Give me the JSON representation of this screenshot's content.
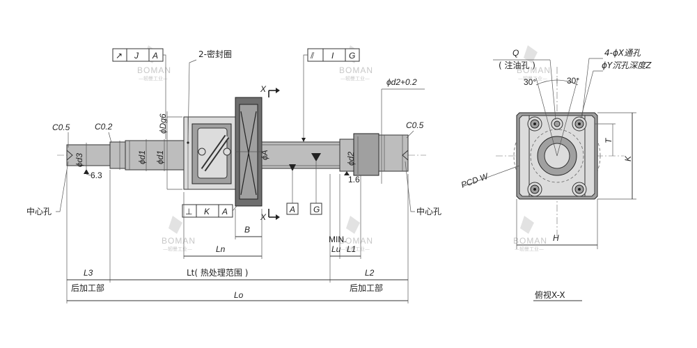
{
  "watermark": {
    "brand": "BOMAN",
    "tagline": "—轫曼工业—"
  },
  "left_view": {
    "chamfer_left": "C0.5",
    "chamfer_left2": "C0.2",
    "chamfer_right": "C0.5",
    "d3": "d3",
    "d3_prefix": "ϕ",
    "d3_value": "6.3",
    "d1": "ϕd1",
    "d1_b": "ϕd1",
    "dg6": "ϕDg6",
    "A": "ϕA",
    "d2": "ϕd2",
    "d2_tol": "ϕd2+0.2",
    "center_hole_left": "中心孔",
    "center_hole_right": "中心孔",
    "seal": "2-密封圈",
    "X_top": "X",
    "X_bottom": "X",
    "B": "B",
    "Ln": "Ln",
    "Lu": "Lu",
    "L1": "L1",
    "min": "MIN.",
    "val_1_6": "1.6",
    "L3": "L3",
    "Lt": "Lt( 热处理范围 )",
    "L2": "L2",
    "Lo": "Lo",
    "post_left": "后加工部",
    "post_right": "后加工部",
    "datum_A": "A",
    "datum_G": "G",
    "frame_top_left": {
      "symbol": "↗",
      "ref": "J",
      "datum": "A"
    },
    "frame_top_mid": {
      "symbol": "⫽",
      "ref": "I",
      "datum": "G"
    },
    "frame_bottom": {
      "symbol": "⊥",
      "ref": "K",
      "datum": "A"
    }
  },
  "right_view": {
    "Q": "Q",
    "oil": "( 注油孔 )",
    "holes": "4-ϕX通孔",
    "counter": "ϕY沉孔深度Z",
    "angle1": "30°",
    "angle2": "30°",
    "T": "T",
    "K": "K",
    "H": "H",
    "pcd": "PCD  W",
    "view": "俯视X-X"
  }
}
